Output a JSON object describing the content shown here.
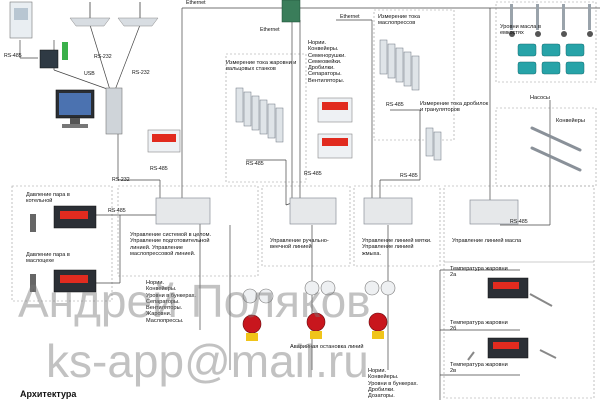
{
  "title": "Архитектура",
  "watermark": {
    "line1": "Андрей Поляков",
    "line2": "ks-app@mail.ru"
  },
  "labels": {
    "rs485_a": "RS-485",
    "usb": "USB",
    "rs232_a": "RS-232",
    "rs232_b": "RS-232",
    "ethernet_top": "Ethernet",
    "ethernet_mid": "Ethernet",
    "ethernet_sw": "Ethernet",
    "ethernet_right": "Ethernet",
    "rs232_c": "RS-232",
    "rs485_b": "RS-485",
    "rs485_c": "RS-485",
    "rs485_d": "RS-485",
    "rs485_e": "RS-485",
    "rs485_f": "RS-485",
    "rs485_g": "RS-485",
    "rs485_h": "RS-485",
    "rs485_i": "RS-485",
    "rs485_j": "RS-485"
  },
  "blocks": {
    "current_mills": "Измерение тока жаровни и вальцовых станков",
    "norias_group1": "Нории.\nКонвейеры.\nСеменорушки.\nСемеовейки.\nДробилки.\nСепараторы.\nВентиляторы.",
    "current_presses": "Измерение тока маслопрессов",
    "current_crushers": "Измерение тока дробилок и грануляторов",
    "oil_levels": "Уровни масла в емкостях",
    "pumps": "Насосы",
    "conveyors": "Конвейеры",
    "steam_boiler": "Давление пара в котельной",
    "steam_oil": "Давление пара в маслоцехе",
    "ctrl_main": "Управление системой в целом. Управление подготовительной линией. Управление маслопрессовой линией.",
    "ctrl_manual": "Управление ручально-веечной линией",
    "ctrl_extract": "Управление линией мятки. Управление линией жмыха.",
    "ctrl_oil": "Управление линией масла",
    "norias_group2": "Нории.\nКонвейеры.\nУровни в бункерах.\nСепараторы.\nВентиляторы.\nЖаровни.\nМаслопрессы.",
    "emergency": "Аварийная остановка линий",
    "norias_group3": "Нории.\nКонвейеры.\nУровни в бункерах.\nДробилки.\nДозаторы.",
    "temp_2a": "Температура жаровни 2а",
    "temp_2b": "Температура жаровни 2б",
    "temp_2v": "Температура жаровни 2в"
  },
  "colors": {
    "plc": "#e6e8ea",
    "plc_edge": "#8a9199",
    "display_red": "#e12b1f",
    "relay_green": "#3ab04a",
    "pump_teal": "#27a3a8",
    "estop_red": "#c8161d",
    "line": "#444444",
    "dash": "#9a9a9a"
  }
}
